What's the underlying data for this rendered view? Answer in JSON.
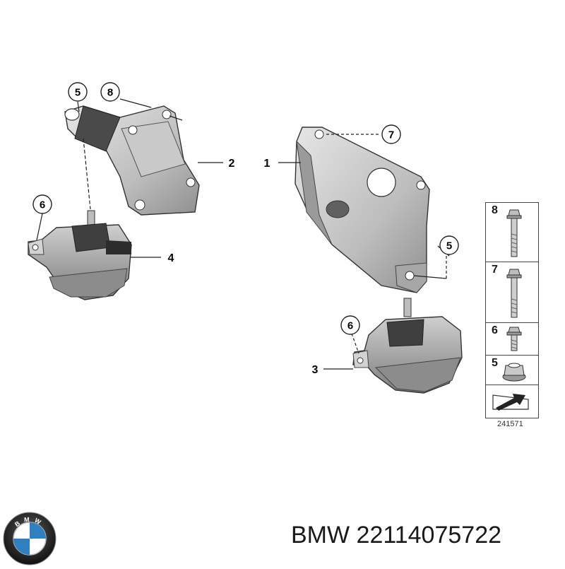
{
  "callouts": {
    "c5_top": "5",
    "c8_top": "8",
    "c2": "2",
    "c1": "1",
    "c7": "7",
    "c6_left": "6",
    "c4": "4",
    "c5_right": "5",
    "c6_lower": "6",
    "c3": "3"
  },
  "legend": {
    "items": [
      {
        "number": "8",
        "part": "long hex bolt with flange"
      },
      {
        "number": "7",
        "part": "hex bolt with flange"
      },
      {
        "number": "6",
        "part": "short hex bolt"
      },
      {
        "number": "5",
        "part": "hex flange nut"
      }
    ],
    "arrow_icon": "direction-arrow-icon"
  },
  "reference_number": "241571",
  "brand": {
    "logo_letters": "BMW",
    "text": "BMW 22114075722"
  },
  "colors": {
    "line": "#1a1a1a",
    "part_light": "#d6d6d6",
    "part_mid": "#a9a9a9",
    "part_dark": "#5f5f5f",
    "logo_blue": "#2f7fc1"
  }
}
